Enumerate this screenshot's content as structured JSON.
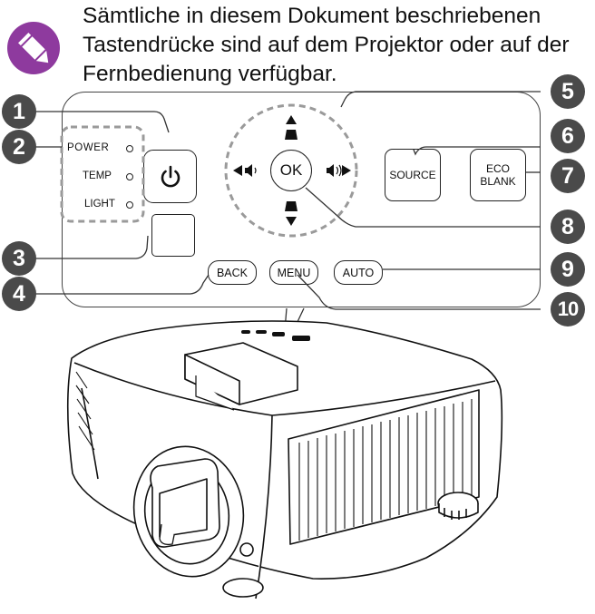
{
  "note": {
    "icon": "pencil-icon",
    "text": "Sämtliche in diesem Dokument beschriebenen Tastendrücke sind auf dem Projektor oder auf der Fernbedienung verfügbar."
  },
  "panel": {
    "leds": [
      "POWER",
      "TEMP",
      "LIGHT"
    ],
    "ok_label": "OK",
    "source_label": "SOURCE",
    "eco_blank_label": "ECO\nBLANK",
    "back_label": "BACK",
    "menu_label": "MENU",
    "auto_label": "AUTO"
  },
  "callouts": [
    "1",
    "2",
    "3",
    "4",
    "5",
    "6",
    "7",
    "8",
    "9",
    "10"
  ],
  "colors": {
    "accent": "#8e3a9e",
    "callout": "#4a4a4a"
  }
}
